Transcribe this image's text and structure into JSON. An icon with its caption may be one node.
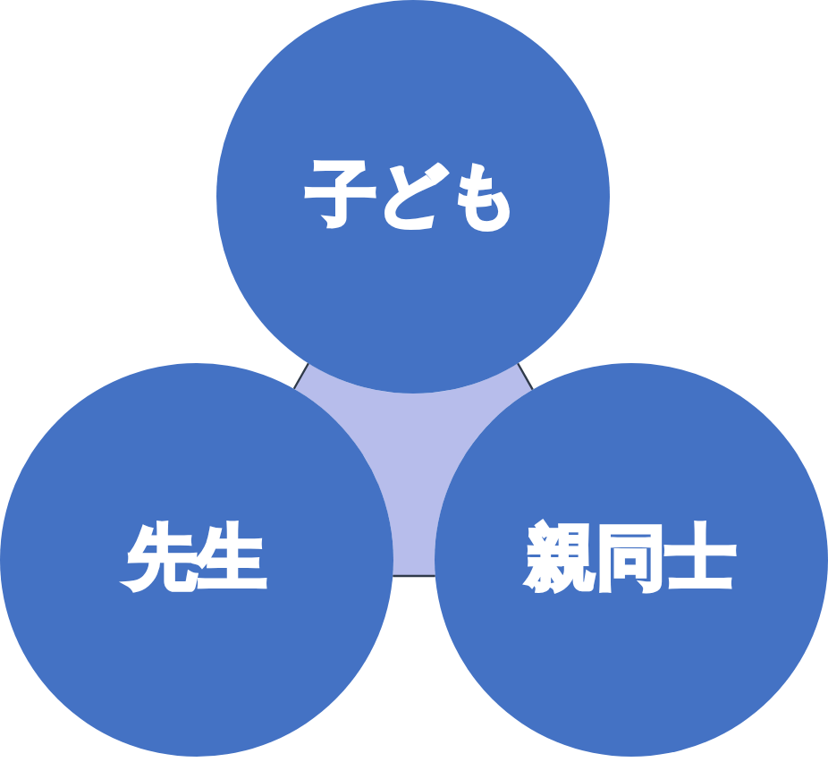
{
  "diagram": {
    "nodes": [
      {
        "text": [
          "子ども"
        ]
      },
      {
        "text": [
          "先生"
        ]
      },
      {
        "text": [
          "親同士"
        ]
      }
    ],
    "edges": [
      {
        "from": 0,
        "to": 1,
        "arrow": "none"
      },
      {
        "from": 1,
        "to": 2,
        "arrow": "none"
      },
      {
        "from": 2,
        "to": 0,
        "arrow": "none"
      }
    ]
  }
}
